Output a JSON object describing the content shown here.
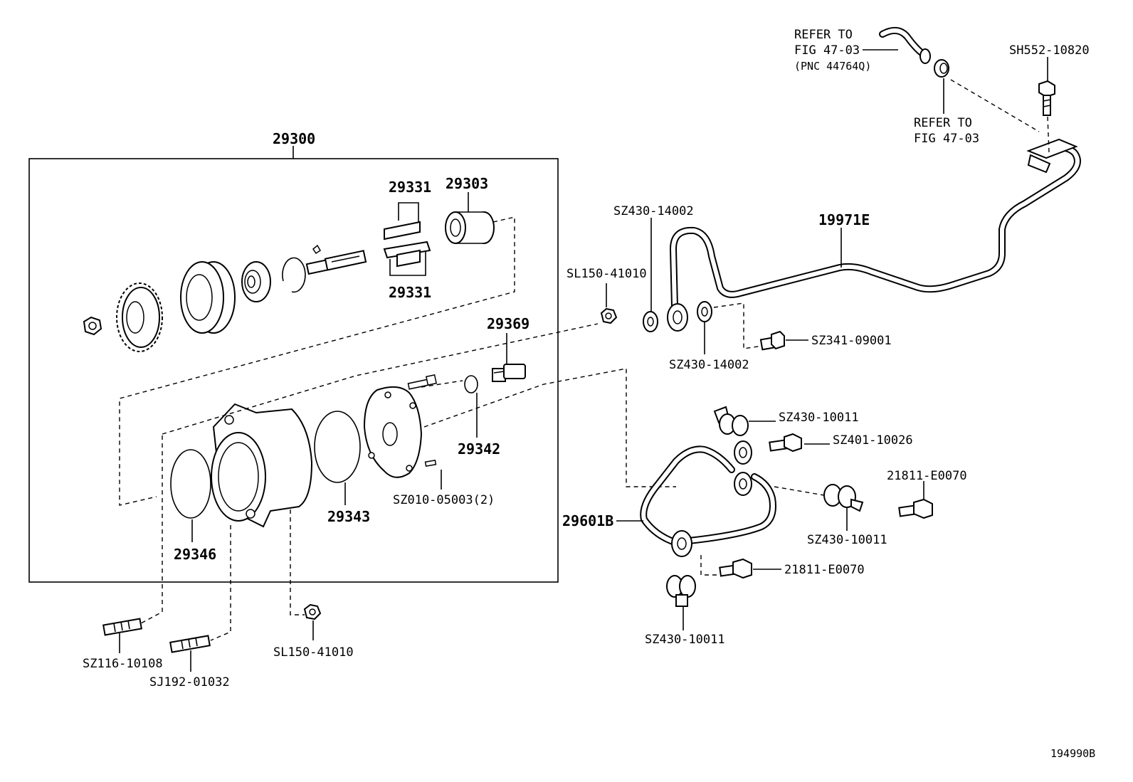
{
  "parts": {
    "assembly": "29300",
    "p29331_top": "29331",
    "p29331_bottom": "29331",
    "p29303": "29303",
    "p29369": "29369",
    "p29342": "29342",
    "p29343": "29343",
    "p29346": "29346",
    "sz010": "SZ010-05003(2)",
    "sz116": "SZ116-10108",
    "sj192": "SJ192-01032",
    "sl150_bottom": "SL150-41010",
    "sl150_mid": "SL150-41010",
    "sz430_14002_top": "SZ430-14002",
    "sz430_14002_bottom": "SZ430-14002",
    "sz341": "SZ341-09001",
    "pipe_19971e": "19971E",
    "sh552": "SH552-10820",
    "sz430_10011_a": "SZ430-10011",
    "sz401": "SZ401-10026",
    "p21811_a": "21811-E0070",
    "sz430_10011_b": "SZ430-10011",
    "p21811_b": "21811-E0070",
    "p29601b": "29601B",
    "sz430_10011_c": "SZ430-10011"
  },
  "refs": {
    "ref1_line1": "REFER TO",
    "ref1_line2": "FIG 47-03",
    "ref1_line3": "(PNC 44764Q)",
    "ref2_line1": "REFER TO",
    "ref2_line2": "FIG 47-03"
  },
  "figure_id": "194990B"
}
